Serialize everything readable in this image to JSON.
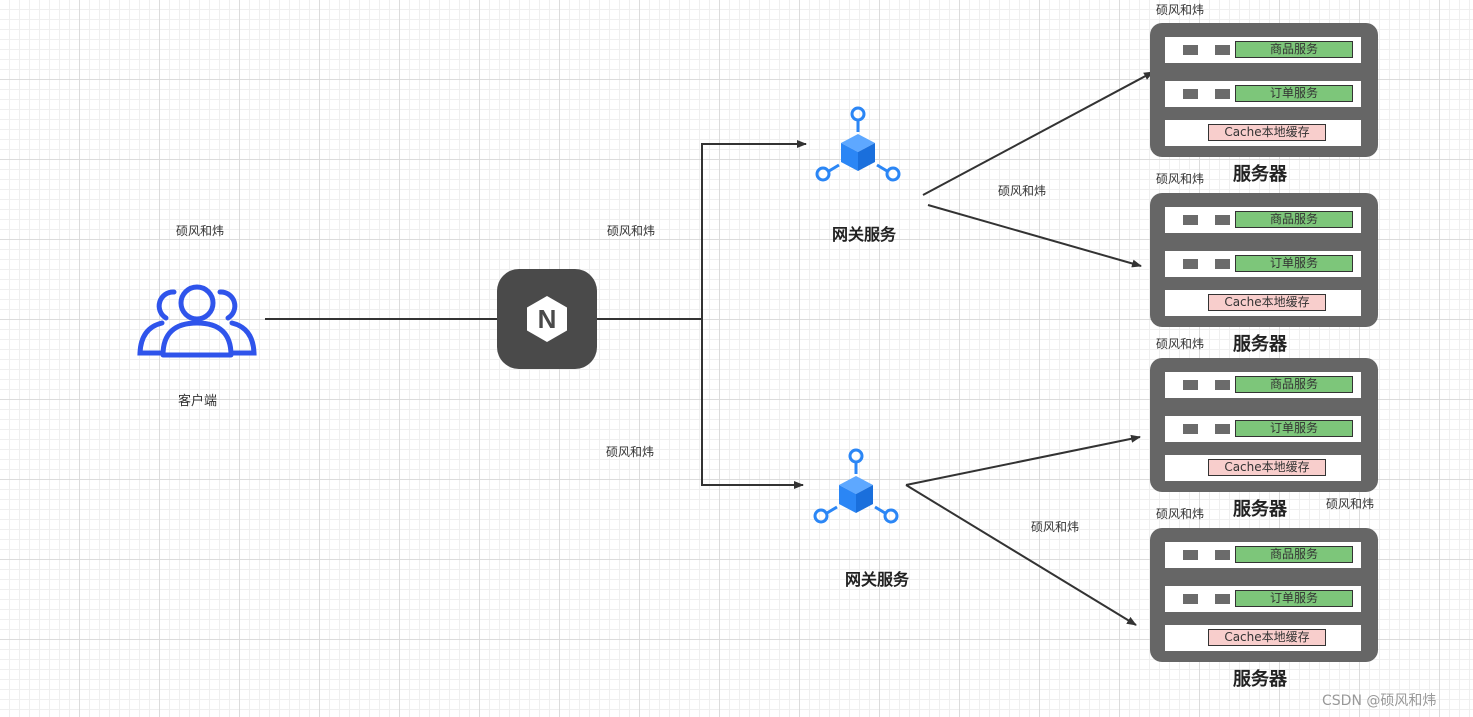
{
  "watermark": "硕风和炜",
  "client": {
    "label": "客户端",
    "icon": "users-icon"
  },
  "nginx": {
    "icon": "nginx-icon",
    "letter": "N"
  },
  "gateways": [
    {
      "label": "网关服务",
      "icon": "cube-network-icon"
    },
    {
      "label": "网关服务",
      "icon": "cube-network-icon"
    }
  ],
  "servers": [
    {
      "title": "服务器",
      "slots": [
        "商品服务",
        "订单服务",
        "Cache本地缓存"
      ]
    },
    {
      "title": "服务器",
      "slots": [
        "商品服务",
        "订单服务",
        "Cache本地缓存"
      ]
    },
    {
      "title": "服务器",
      "slots": [
        "商品服务",
        "订单服务",
        "Cache本地缓存"
      ]
    },
    {
      "title": "服务器",
      "slots": [
        "商品服务",
        "订单服务",
        "Cache本地缓存"
      ]
    }
  ],
  "footer": "CSDN @硕风和炜",
  "colors": {
    "client_blue": "#2f54eb",
    "gateway_blue": "#2b86f5",
    "server_gray": "#666666",
    "service_green": "#7dc67a",
    "cache_pink": "#f8cecc",
    "nginx_dark": "#4a4a4a"
  }
}
